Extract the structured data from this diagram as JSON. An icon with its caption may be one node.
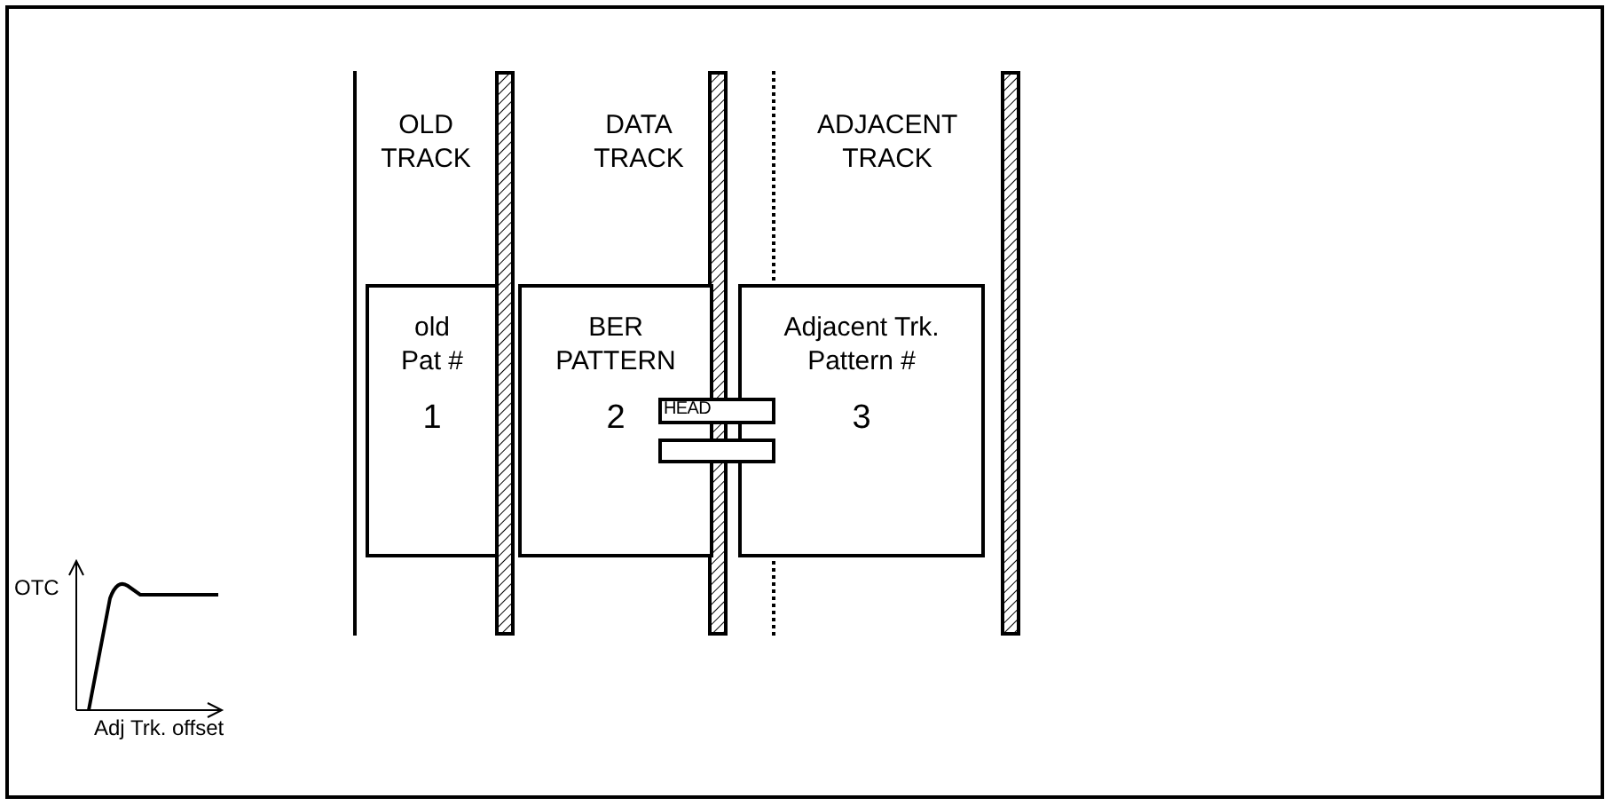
{
  "diagram": {
    "nodes": [
      {
        "text": [
          "old Pat #",
          "1"
        ]
      },
      {
        "text": [
          "BER PATTERN",
          "2"
        ]
      },
      {
        "text": [
          "Adjacent Trk. Pattern #",
          "3"
        ]
      },
      {
        "text": [
          "HEAD"
        ]
      },
      {
        "text": [],
        "shape": "bar"
      }
    ],
    "labels": [
      "OLD TRACK",
      "DATA TRACK",
      "ADJACENT TRACK",
      "OTC",
      "Adj Trk. offset"
    ]
  }
}
